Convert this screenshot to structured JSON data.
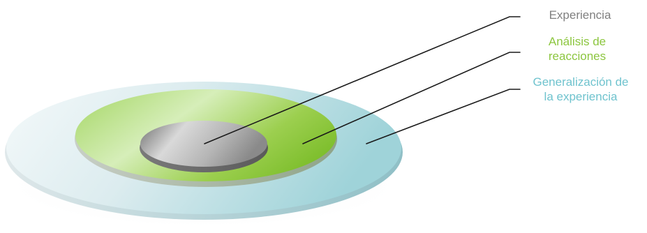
{
  "diagram": {
    "layers": [
      {
        "id": "experiencia",
        "label": [
          "Experiencia"
        ],
        "color": "#7f7f7f"
      },
      {
        "id": "analisis",
        "label": [
          "Análisis de",
          "reacciones"
        ],
        "color": "#8cc63f"
      },
      {
        "id": "generalizacion",
        "label": [
          "Generalización de",
          "la experiencia"
        ],
        "color": "#6fc3ce"
      }
    ],
    "colors": {
      "outer_disc": "#a9d7dc",
      "middle_disc": "#8cc63f",
      "inner_disc": "#9a9a9a",
      "leader_lines": "#1a1a1a"
    }
  }
}
